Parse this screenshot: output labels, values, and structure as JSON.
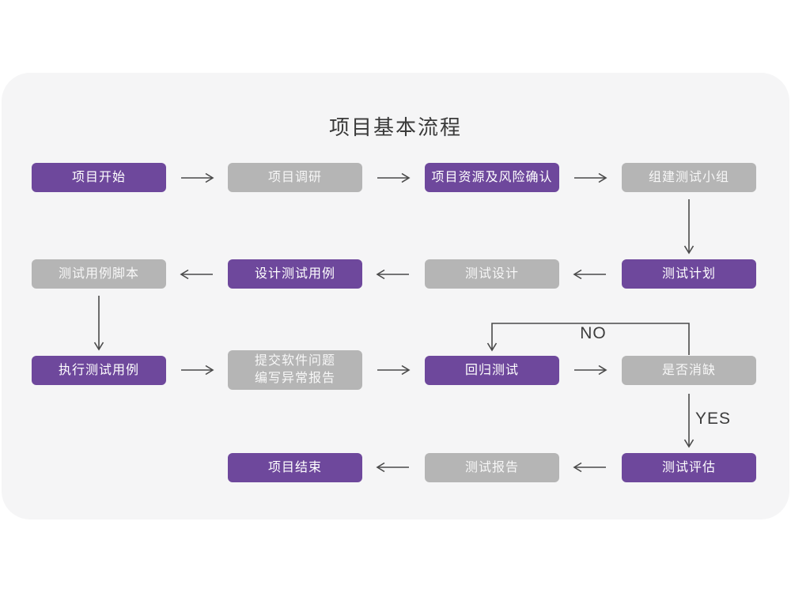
{
  "page": {
    "title": "项目基本流程"
  },
  "colors": {
    "primary_node": "#6e489c",
    "secondary_node": "#b5b5b5",
    "card_background": "#f5f5f6",
    "page_background": "#ffffff",
    "arrow": "#4a4a4a",
    "title_text": "#3a3a3a",
    "node_text": "#ffffff"
  },
  "flow": {
    "branch_labels": {
      "no": "NO",
      "yes": "YES"
    },
    "nodes": [
      {
        "id": "project-start",
        "label": "项目开始",
        "type": "primary"
      },
      {
        "id": "project-research",
        "label": "项目调研",
        "type": "secondary"
      },
      {
        "id": "resources-risk-confirm",
        "label": "项目资源及风险确认",
        "type": "primary"
      },
      {
        "id": "build-test-team",
        "label": "组建测试小组",
        "type": "secondary"
      },
      {
        "id": "test-case-script",
        "label": "测试用例脚本",
        "type": "secondary"
      },
      {
        "id": "design-test-case",
        "label": "设计测试用例",
        "type": "primary"
      },
      {
        "id": "test-design",
        "label": "测试设计",
        "type": "secondary"
      },
      {
        "id": "test-plan",
        "label": "测试计划",
        "type": "primary"
      },
      {
        "id": "execute-test-case",
        "label": "执行测试用例",
        "type": "primary"
      },
      {
        "id": "submit-issue-report",
        "label": "提交软件问题\n编写异常报告",
        "type": "secondary"
      },
      {
        "id": "regression-test",
        "label": "回归测试",
        "type": "primary"
      },
      {
        "id": "defect-resolved",
        "label": "是否消缺",
        "type": "secondary"
      },
      {
        "id": "test-evaluation",
        "label": "测试评估",
        "type": "primary"
      },
      {
        "id": "test-report",
        "label": "测试报告",
        "type": "secondary"
      },
      {
        "id": "project-end",
        "label": "项目结束",
        "type": "primary"
      }
    ]
  }
}
